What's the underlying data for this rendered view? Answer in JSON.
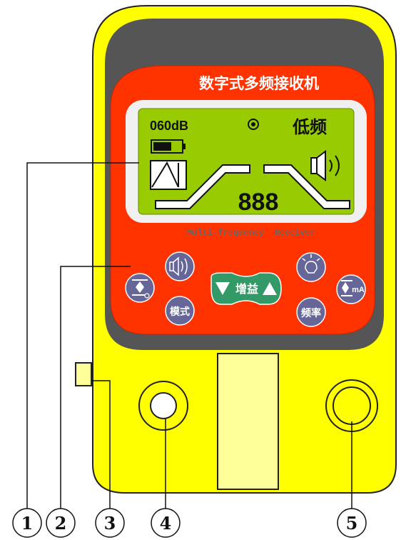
{
  "device": {
    "title": "数字式多频接收机",
    "subtitle": "Multi-frequency  Receiver",
    "colors": {
      "body": "#FFFF00",
      "faceplate": "#FF3300",
      "frame": "#555555",
      "lcd": "#99CC00",
      "button": "#666699",
      "gain_button": "#339966"
    }
  },
  "lcd": {
    "db_reading": "060dB",
    "mode_text": "低频",
    "digits": "888",
    "battery_level": 0.66
  },
  "buttons": {
    "gain_label": "增益",
    "mode_label": "模式",
    "freq_label": "频率",
    "ma_label": "mA"
  },
  "callouts": [
    "1",
    "2",
    "3",
    "4",
    "5"
  ]
}
